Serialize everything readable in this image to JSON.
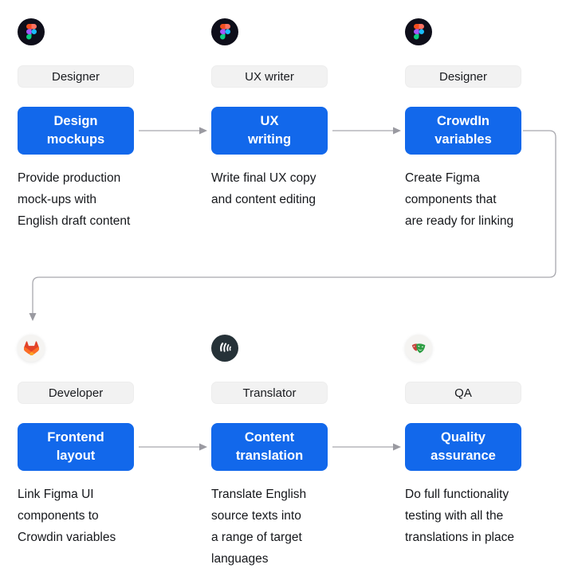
{
  "title": "Localization workflow diagram",
  "accent_color": "#1268EB",
  "connector_color": "#a8a8ae",
  "cards": [
    {
      "icon": "figma-icon",
      "role": "Designer",
      "step": "Design\nmockups",
      "description": "Provide production\nmock-ups with\nEnglish draft content"
    },
    {
      "icon": "figma-icon",
      "role": "UX writer",
      "step": "UX\nwriting",
      "description": "Write final UX copy\nand content editing"
    },
    {
      "icon": "figma-icon",
      "role": "Designer",
      "step": "CrowdIn\nvariables",
      "description": "Create Figma\ncomponents that\nare ready for linking"
    },
    {
      "icon": "gitlab-icon",
      "role": "Developer",
      "step": "Frontend\nlayout",
      "description": "Link Figma UI\ncomponents to\nCrowdin variables"
    },
    {
      "icon": "crowdin-icon",
      "role": "Translator",
      "step": "Content\ntranslation",
      "description": "Translate English\nsource texts into\na range of target\nlanguages"
    },
    {
      "icon": "playwright-icon",
      "role": "QA",
      "step": "Quality\nassurance",
      "description": "Do full functionality\ntesting with all the\ntranslations in place"
    }
  ]
}
